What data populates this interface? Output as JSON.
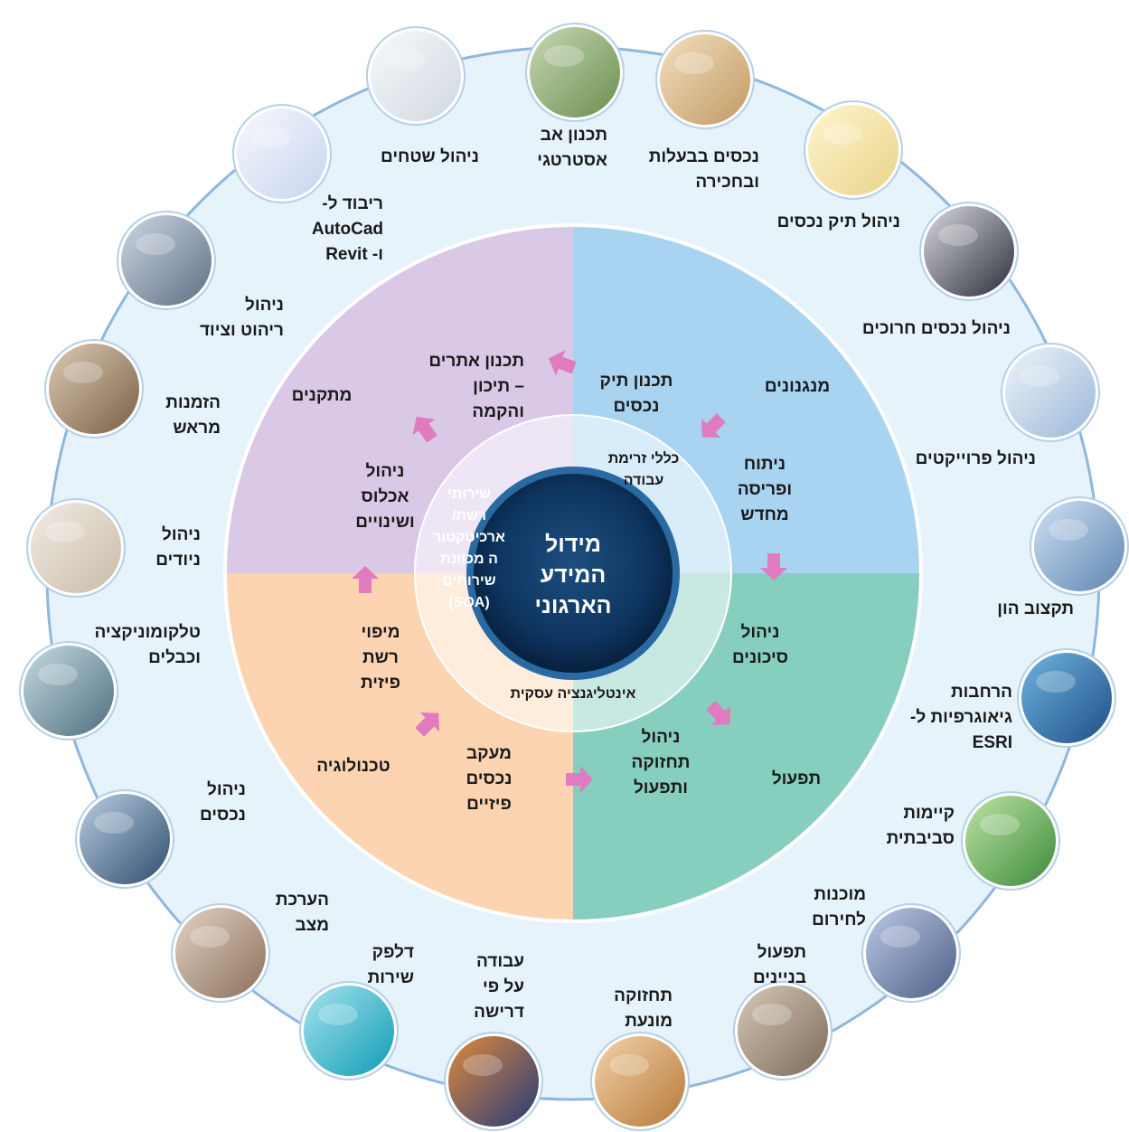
{
  "core_label": "מידול\nהמידע\nהארגוני",
  "ring2": {
    "workflow": "כללי זרימת\nעבודה",
    "soa": "שירותי\nרשת/\nארכיטקטור\nה מכוונת\nשירותים\n(SOA)",
    "bi": "אינטליגנציה עסקית"
  },
  "quadrants": {
    "top_left": {
      "color": "#d9c8e6",
      "labels": [
        "מתקנים",
        "תכנון אתרים\n– תיכון\nוהקמה",
        "ניהול\nאכלוס\nושינויים"
      ]
    },
    "top_right": {
      "color": "#a8d4f2",
      "labels": [
        "מנגנונים",
        "תכנון תיק\nנכסים",
        "ניתוח\nופריסה\nמחדש"
      ]
    },
    "bottom_left": {
      "color": "#fcd4b2",
      "labels": [
        "מיפוי\nרשת\nפיזית",
        "טכנולוגיה",
        "מעקב\nנכסים\nפיזיים"
      ]
    },
    "bottom_right": {
      "color": "#86cfbe",
      "labels": [
        "ניהול\nסיכונים",
        "ניהול\nתחזוקה\nותפעול",
        "תפעול"
      ]
    }
  },
  "outer_labels": [
    "תכנון אב\nאסטרטגי",
    "נכסים בבעלות\nובחכירה",
    "ניהול תיק נכסים",
    "ניהול נכסים חרוכים",
    "ניהול פרוייקטים",
    "תקצוב הון",
    "הרחבות\nגיאוגרפיות ל-\nESRI",
    "קיימות\nסביבתית",
    "מוכנות\nלחירום",
    "תפעול\nבניינים",
    "תחזוקה\nמונעת",
    "עבודה\nעל פי\nדרישה",
    "דלפק\nשירות",
    "הערכת\nמצב",
    "ניהול\nנכסים",
    "טלקומוניקציה\nוכבלים",
    "ניהול\nניודים",
    "הזמנות\nמראש",
    "ניהול\nריהוט וציוד",
    "ריבוד ל-\nAutoCad\nו- Revit",
    "ניהול שטחים"
  ],
  "photos": [
    "aerial-city-photo-icon",
    "skyscraper-photo-icon",
    "street-map-photo-icon",
    "office-space-for-lease-sign-icon",
    "project-gantt-chart-icon",
    "building-columns-photo-icon",
    "world-map-photo-icon",
    "recycle-icon",
    "lightning-storm-photo-icon",
    "technician-photo-icon",
    "maintenance-worker-photo-icon",
    "turbine-engine-photo-icon",
    "call-center-agent-photo-icon",
    "presenter-photo-icon",
    "computer-workstation-photo-icon",
    "telecom-room-photo-icon",
    "mover-photo-icon",
    "meeting-room-photo-icon",
    "office-furniture-photo-icon",
    "cad-floor-plan-icon",
    "office-corridor-photo-icon"
  ],
  "colors": {
    "outer_ring": "#e6f3fb",
    "ring_border": "#8fb7dc",
    "core_dark": "#0c2f57",
    "arrow": "#e07bc0"
  }
}
